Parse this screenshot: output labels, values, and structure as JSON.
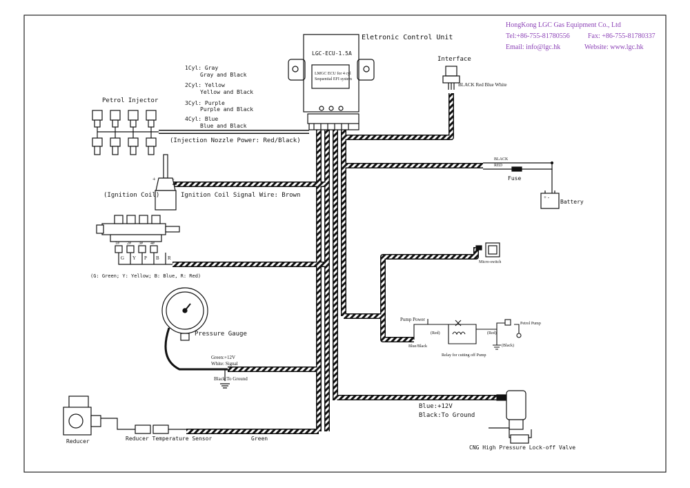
{
  "company": {
    "name": "HongKong LGC Gas Equipment Co., Ltd",
    "tel": "Tel:+86-755-81780556",
    "fax": "Fax: +86-755-81780337",
    "email": "Email: info@lgc.hk",
    "website": "Website: www.lgc.hk",
    "color": "#8a3fb5"
  },
  "ecu": {
    "title": "Eletronic Control Unit",
    "model": "LGC-ECU-1.5A",
    "sticker": [
      "LMGC ECU for 4 cyl",
      "Sequential EFI system"
    ]
  },
  "interface": {
    "title": "Interface",
    "wires": "BLACK Red Blue White"
  },
  "petrol_injector": {
    "title": "Petrol Injector",
    "cylinders": [
      {
        "label": "1Cyl: Gray",
        "sub": "Gray and Black"
      },
      {
        "label": "2Cyl: Yellow",
        "sub": "Yellow and Black"
      },
      {
        "label": "3Cyl: Purple",
        "sub": "Purple and Black"
      },
      {
        "label": "4Cyl: Blue",
        "sub": "Blue and Black"
      }
    ],
    "power_note": "(Injection Nozzle Power: Red/Black)"
  },
  "ignition": {
    "coil_label": "(Ignition Coil)",
    "signal_wire": "Ignition Coil Signal Wire: Brown",
    "plus": "+",
    "minus": "-"
  },
  "rail": {
    "nozzles": [
      "1#",
      "2#",
      "3#",
      "4#"
    ],
    "wire_letters": [
      "G",
      "Y",
      "P",
      "B",
      "R"
    ],
    "legend": "(G: Green; Y: Yellow; B: Blue, R: Red)"
  },
  "battery": {
    "black": "BLACK",
    "red": "RED",
    "fuse": "Fuse",
    "label": "Battery",
    "terminals": "+   -"
  },
  "micro_switch": {
    "label": "Micro-switch"
  },
  "pump": {
    "power": "Pump Power",
    "red1": "(Red)",
    "red2": "(Red)",
    "petrol_pump": "Petrol Pump",
    "black": "(Black)",
    "blue_black": "Blue/Black",
    "relay": "Relay for cutting off Pump"
  },
  "gauge": {
    "title": "Pressure Gauge",
    "green": "Green:+12V",
    "white": "White: Signal",
    "black": "Black:To Ground"
  },
  "reducer": {
    "label": "Reducer",
    "sensor": "Reducer Temperature Sensor",
    "green": "Green"
  },
  "cng_valve": {
    "blue": "Blue:+12V",
    "black": "Black:To Ground",
    "label": "CNG High Pressure Lock-off Valve"
  }
}
